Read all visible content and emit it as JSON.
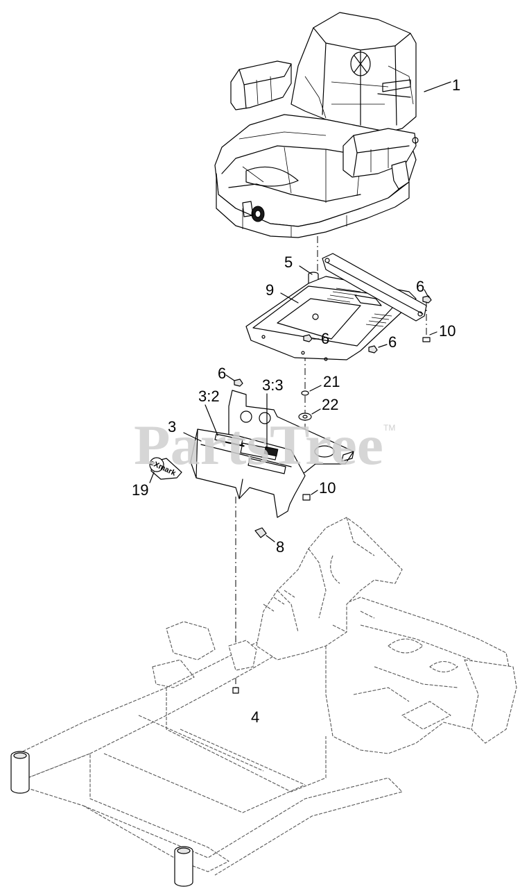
{
  "watermark": {
    "text": "PartsTree",
    "trademark": "TM"
  },
  "logo": {
    "text": "eXmark"
  },
  "callouts": [
    {
      "id": "c1",
      "label": "1"
    },
    {
      "id": "c5",
      "label": "5"
    },
    {
      "id": "c9",
      "label": "9"
    },
    {
      "id": "c6a",
      "label": "6"
    },
    {
      "id": "c10a",
      "label": "10"
    },
    {
      "id": "c6b",
      "label": "6"
    },
    {
      "id": "c6c",
      "label": "6"
    },
    {
      "id": "c6d",
      "label": "6"
    },
    {
      "id": "c3-2",
      "label": "3:2"
    },
    {
      "id": "c3-3",
      "label": "3:3"
    },
    {
      "id": "c21",
      "label": "21"
    },
    {
      "id": "c22",
      "label": "22"
    },
    {
      "id": "c3",
      "label": "3"
    },
    {
      "id": "c19",
      "label": "19"
    },
    {
      "id": "c10b",
      "label": "10"
    },
    {
      "id": "c8",
      "label": "8"
    },
    {
      "id": "c4",
      "label": "4"
    }
  ],
  "colors": {
    "line": "#000000",
    "watermark": "#cfcfcf",
    "background": "#ffffff"
  }
}
